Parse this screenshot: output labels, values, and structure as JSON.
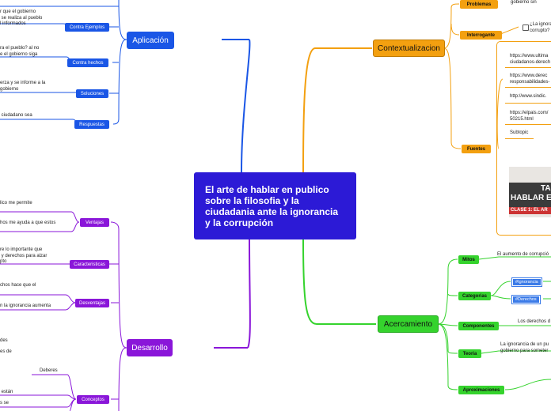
{
  "central": {
    "lines": [
      "El arte de hablar en publico",
      "sobre la filosofia y la",
      "ciudadania ante la   ignorancia",
      "y la corrupción"
    ]
  },
  "colors": {
    "blue": "#1a56e6",
    "purple": "#8a16d9",
    "orange": "#f3a010",
    "green": "#35d32d",
    "central": "#2c1ad6"
  },
  "aplicacion": {
    "label": "Aplicación",
    "subs": [
      "Contra Ejemplos",
      "Contra hechos",
      "Soluciones",
      "Respuestas"
    ],
    "texts": [
      "r que el gobierno\n se realiza al pueblo\nl informados",
      "ra el pueblo? al no\ne el gobierno siga",
      "erza y se informe a la\ngobierno",
      " ciudadano sea"
    ]
  },
  "desarrollo": {
    "label": "Desarrollo",
    "subs": [
      "Ventajas",
      "Caracteristicas",
      "Desventajas",
      "Conceptos"
    ],
    "texts": [
      "lico me permite",
      "hos me ayuda a que estos",
      "re lo importante que\n y derechos para alzar\npto",
      "chos hace que el",
      "n la ignorancia aumenta",
      "des",
      "es de",
      "Deberes",
      " están",
      "s se"
    ]
  },
  "contextualizacion": {
    "label": "Contextualizacion",
    "subs": [
      "Problemas",
      "Interrogante",
      "Fuentes"
    ],
    "interrogante_text": "¿La ignora\ncorrupto?",
    "problemas_text": "gobierno sin",
    "fuentes": [
      "https://www.ultima\nciudadanos-derech",
      "https://www.derec\nresponsabilidades-",
      "http://www.sindic.",
      "https://elpais.com/\n50215.html",
      "Subtopic"
    ],
    "banner": {
      "line1": "TA",
      "line2": "HABLAR E",
      "line3": "CLASE 1: EL AR"
    }
  },
  "acercamiento": {
    "label": "Acercamiento",
    "subs": [
      "Mitos",
      "Categorias",
      "Componentes",
      "Teoria",
      "Aproximaciones"
    ],
    "mitos_text": "El aumento de corrupció",
    "tags": [
      "#Ignorancia",
      "#Derechos"
    ],
    "componentes_text": "Los derechos d",
    "teoria_text": "La ignorancia de un pu\ngobierno para someter"
  }
}
